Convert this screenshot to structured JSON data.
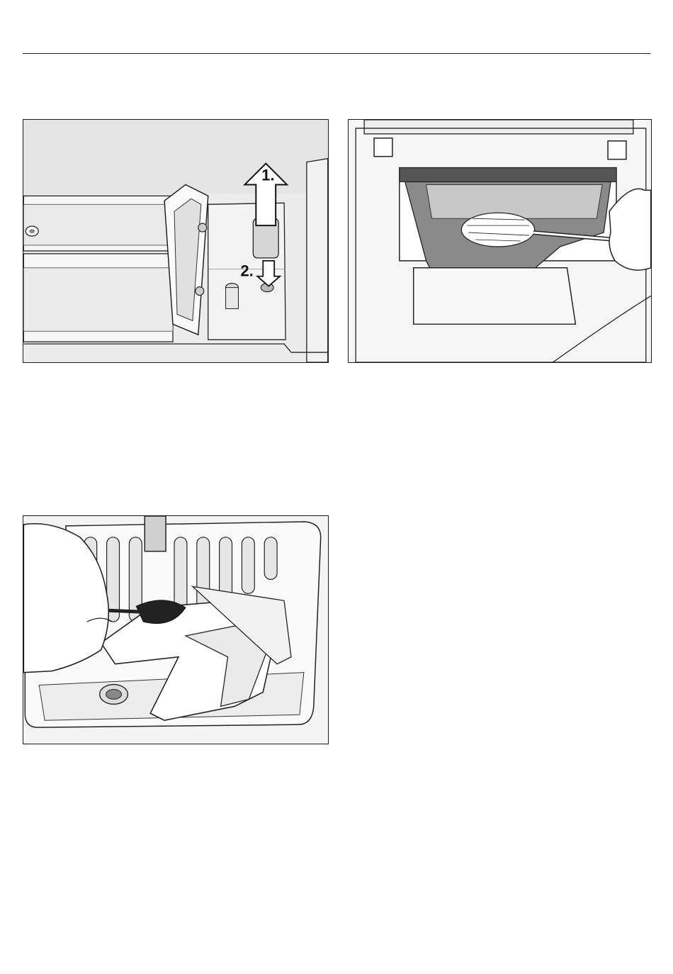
{
  "figures": [
    {
      "id": "dispenser-removal",
      "step_labels": [
        "1.",
        "2."
      ]
    },
    {
      "id": "dispenser-housing-cleaning"
    },
    {
      "id": "dispenser-drawer-rinsing"
    }
  ]
}
